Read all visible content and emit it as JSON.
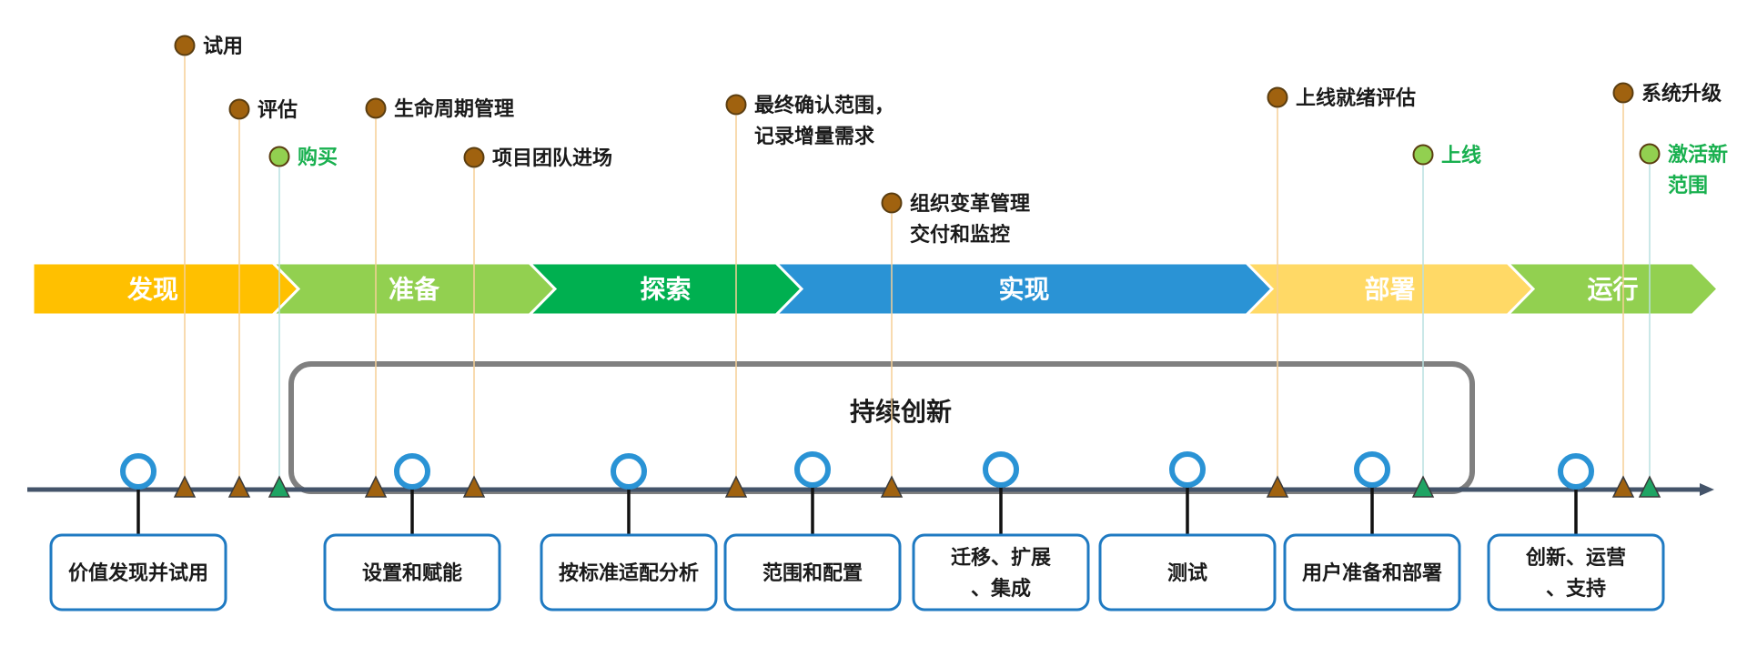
{
  "colors": {
    "milestone_brown": "#a0620f",
    "milestone_green": "#92d050",
    "phase_discover": "#ffc000",
    "phase_prepare": "#92d050",
    "phase_explore": "#00b050",
    "phase_realize": "#2a93d5",
    "phase_deploy": "#ffd966",
    "phase_run": "#92d050",
    "box_border": "#1f7ac2",
    "timeline": "#44546a",
    "innovation_border": "#808080"
  },
  "phases": [
    {
      "label": "发现",
      "color": "#ffc000"
    },
    {
      "label": "准备",
      "color": "#92d050"
    },
    {
      "label": "探索",
      "color": "#00b050"
    },
    {
      "label": "实现",
      "color": "#2a93d5"
    },
    {
      "label": "部署",
      "color": "#ffd966"
    },
    {
      "label": "运行",
      "color": "#92d050"
    }
  ],
  "milestones": [
    {
      "lines": [
        "试用"
      ],
      "type": "brown"
    },
    {
      "lines": [
        "评估"
      ],
      "type": "brown"
    },
    {
      "lines": [
        "购买"
      ],
      "type": "green"
    },
    {
      "lines": [
        "生命周期管理"
      ],
      "type": "brown"
    },
    {
      "lines": [
        "项目团队进场"
      ],
      "type": "brown"
    },
    {
      "lines": [
        "最终确认范围，",
        "记录增量需求"
      ],
      "type": "brown"
    },
    {
      "lines": [
        "组织变革管理",
        "交付和监控"
      ],
      "type": "brown"
    },
    {
      "lines": [
        "上线就绪评估"
      ],
      "type": "brown"
    },
    {
      "lines": [
        "上线"
      ],
      "type": "green"
    },
    {
      "lines": [
        "系统升级"
      ],
      "type": "brown"
    },
    {
      "lines": [
        "激活新",
        "范围"
      ],
      "type": "green"
    }
  ],
  "innovation": {
    "label": "持续创新"
  },
  "activities": [
    {
      "lines": [
        "价值发现并试用"
      ]
    },
    {
      "lines": [
        "设置和赋能"
      ]
    },
    {
      "lines": [
        "按标准适配分析"
      ]
    },
    {
      "lines": [
        "范围和配置"
      ]
    },
    {
      "lines": [
        "迁移、扩展",
        "、集成"
      ]
    },
    {
      "lines": [
        "测试"
      ]
    },
    {
      "lines": [
        "用户准备和部署"
      ]
    },
    {
      "lines": [
        "创新、运营",
        "、支持"
      ]
    }
  ]
}
